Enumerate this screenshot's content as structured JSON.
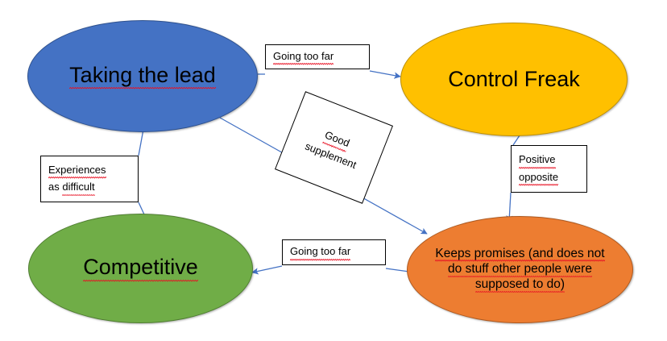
{
  "diagram": {
    "title": "Taking the lead / Control Freak feedback loop diagram",
    "background": "#ffffff",
    "edge_color": "#4472C4",
    "nodes": [
      {
        "id": "taking-the-lead",
        "label": "Taking the lead",
        "fill": "#4472C4",
        "stroke": "#2F528F",
        "shape": "ellipse"
      },
      {
        "id": "control-freak",
        "label": "Control Freak",
        "fill": "#FFC000",
        "stroke": "#BF9000",
        "shape": "ellipse"
      },
      {
        "id": "competitive",
        "label": "Competitive",
        "fill": "#70AD47",
        "stroke": "#507E32",
        "shape": "ellipse"
      },
      {
        "id": "keeps-promises",
        "label_line1": "Keeps promises (and does not",
        "label_line2": "do stuff other people were",
        "label_line3": "supposed to do)",
        "fill": "#ED7D31",
        "stroke": "#AE5A21",
        "shape": "ellipse"
      }
    ],
    "edge_labels": [
      {
        "id": "going-too-far-top",
        "text": "Going too far"
      },
      {
        "id": "good-supplement",
        "line1": "Good",
        "line2": "supplement",
        "rotation_deg": 21.5
      },
      {
        "id": "experiences-as-difficult",
        "line1": "Experiences",
        "line2": "as difficult"
      },
      {
        "id": "positive-opposite",
        "line1": "Positive",
        "line2": "opposite"
      },
      {
        "id": "going-too-far-bottom",
        "text": "Going too far"
      }
    ],
    "edges": [
      {
        "from": "taking-the-lead",
        "to": "control-freak",
        "label": "Going too far"
      },
      {
        "from": "taking-the-lead",
        "to": "keeps-promises",
        "label": "Good supplement"
      },
      {
        "from": "control-freak",
        "to": "keeps-promises",
        "label": "Positive opposite"
      },
      {
        "from": "keeps-promises",
        "to": "competitive",
        "label": "Going too far"
      },
      {
        "from": "competitive",
        "to": "taking-the-lead",
        "label": "Experiences as difficult"
      }
    ]
  }
}
